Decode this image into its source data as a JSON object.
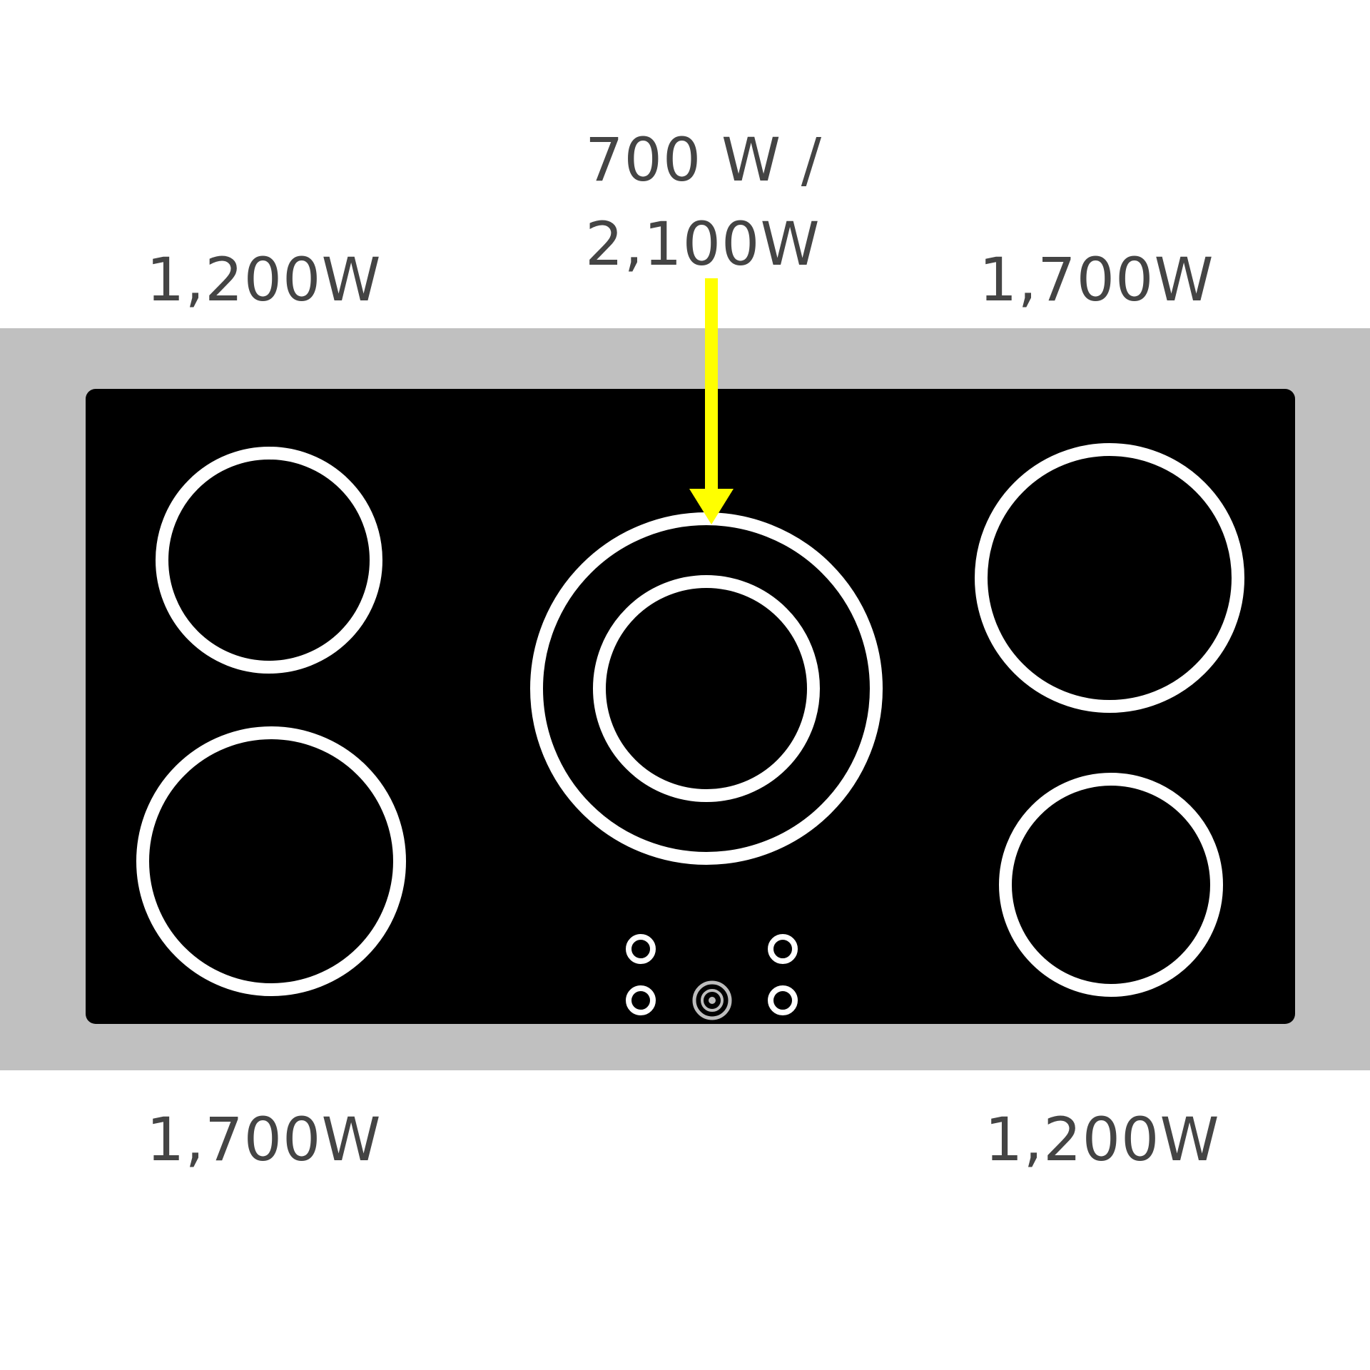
{
  "zones": {
    "top_left": {
      "power": "1,200W"
    },
    "top_right": {
      "power": "1,700W"
    },
    "bottom_left": {
      "power": "1,700W"
    },
    "bottom_right": {
      "power": "1,200W"
    },
    "center": {
      "power_line1": "700 W /",
      "power_line2": "2,100W"
    }
  },
  "colors": {
    "frame": "#c0c0c0",
    "glass": "#000000",
    "burner_ring": "#ffffff",
    "arrow": "#ffff00",
    "label_text": "#444444"
  },
  "icons": {
    "control_knob": "power-button-icon",
    "control_dot": "touch-control-icon"
  }
}
